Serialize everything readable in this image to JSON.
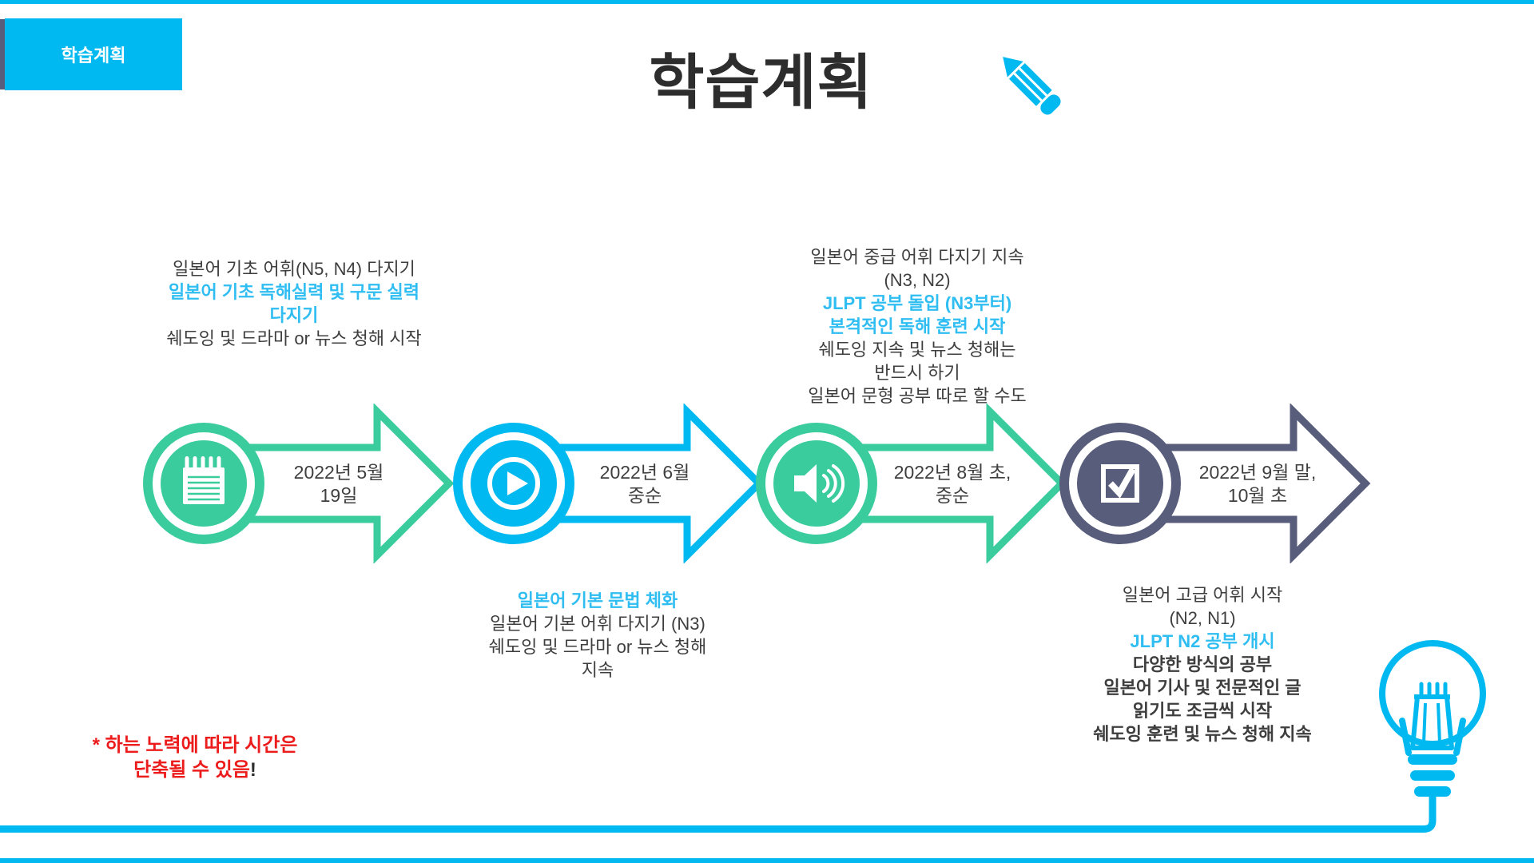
{
  "slide": {
    "tag": "학습계획",
    "title": "학습계획",
    "footnote": {
      "line1": "* 하는 노력에 따라 시간은",
      "line2": "단축될 수 있음",
      "line2_suffix": "!"
    }
  },
  "colors": {
    "accent_cyan": "#00b9f0",
    "green": "#3acc9d",
    "slate": "#585d7b",
    "text_dark": "#3e3e3e",
    "text_cyan": "#2fbdf2",
    "red": "#ed1c1c"
  },
  "phases": [
    {
      "name": "phase-1",
      "theme_color": "#3acc9d",
      "icon": "notepad-icon",
      "date_line1": "2022년 5월",
      "date_line2": "19일",
      "notes": [
        {
          "text": "일본어 기초 어휘(N5, N4) 다지기",
          "style": "dark"
        },
        {
          "text": "일본어 기초 독해실력 및 구문 실력",
          "style": "cyan"
        },
        {
          "text": "다지기",
          "style": "cyan"
        },
        {
          "text": "쉐도잉 및 드라마 or 뉴스 청해 시작",
          "style": "dark"
        }
      ]
    },
    {
      "name": "phase-2",
      "theme_color": "#00b9f0",
      "icon": "play-icon",
      "date_line1": "2022년 6월",
      "date_line2": "중순",
      "notes": [
        {
          "text": "일본어 기본 문법 체화",
          "style": "cyan"
        },
        {
          "text": "일본어 기본 어휘 다지기 (N3)",
          "style": "dark"
        },
        {
          "text": "쉐도잉 및 드라마 or 뉴스 청해",
          "style": "dark"
        },
        {
          "text": "지속",
          "style": "dark"
        }
      ]
    },
    {
      "name": "phase-3",
      "theme_color": "#3acc9d",
      "icon": "speaker-icon",
      "date_line1": "2022년 8월 초,",
      "date_line2": "중순",
      "notes": [
        {
          "text": "일본어 중급 어휘 다지기 지속",
          "style": "dark"
        },
        {
          "text": "(N3, N2)",
          "style": "dark"
        },
        {
          "text": "JLPT 공부 돌입 (N3부터)",
          "style": "cyan"
        },
        {
          "text": "본격적인 독해 훈련 시작",
          "style": "cyan"
        },
        {
          "text": "쉐도잉 지속 및 뉴스 청해는",
          "style": "dark"
        },
        {
          "text": "반드시 하기",
          "style": "dark"
        },
        {
          "text": "일본어 문형 공부 따로 할 수도",
          "style": "dark"
        }
      ]
    },
    {
      "name": "phase-4",
      "theme_color": "#585d7b",
      "icon": "checkbox-icon",
      "date_line1": "2022년 9월 말,",
      "date_line2": "10월 초",
      "notes": [
        {
          "text": "일본어 고급 어휘 시작",
          "style": "dark"
        },
        {
          "text": "(N2, N1)",
          "style": "dark"
        },
        {
          "text": "JLPT N2 공부 개시",
          "style": "cyan"
        },
        {
          "text": "다양한 방식의 공부",
          "style": "darkbold"
        },
        {
          "text": "일본어 기사 및 전문적인 글",
          "style": "darkbold"
        },
        {
          "text": "읽기도 조금씩 시작",
          "style": "darkbold"
        },
        {
          "text": "쉐도잉 훈련 및 뉴스 청해 지속",
          "style": "darkbold"
        }
      ]
    }
  ]
}
